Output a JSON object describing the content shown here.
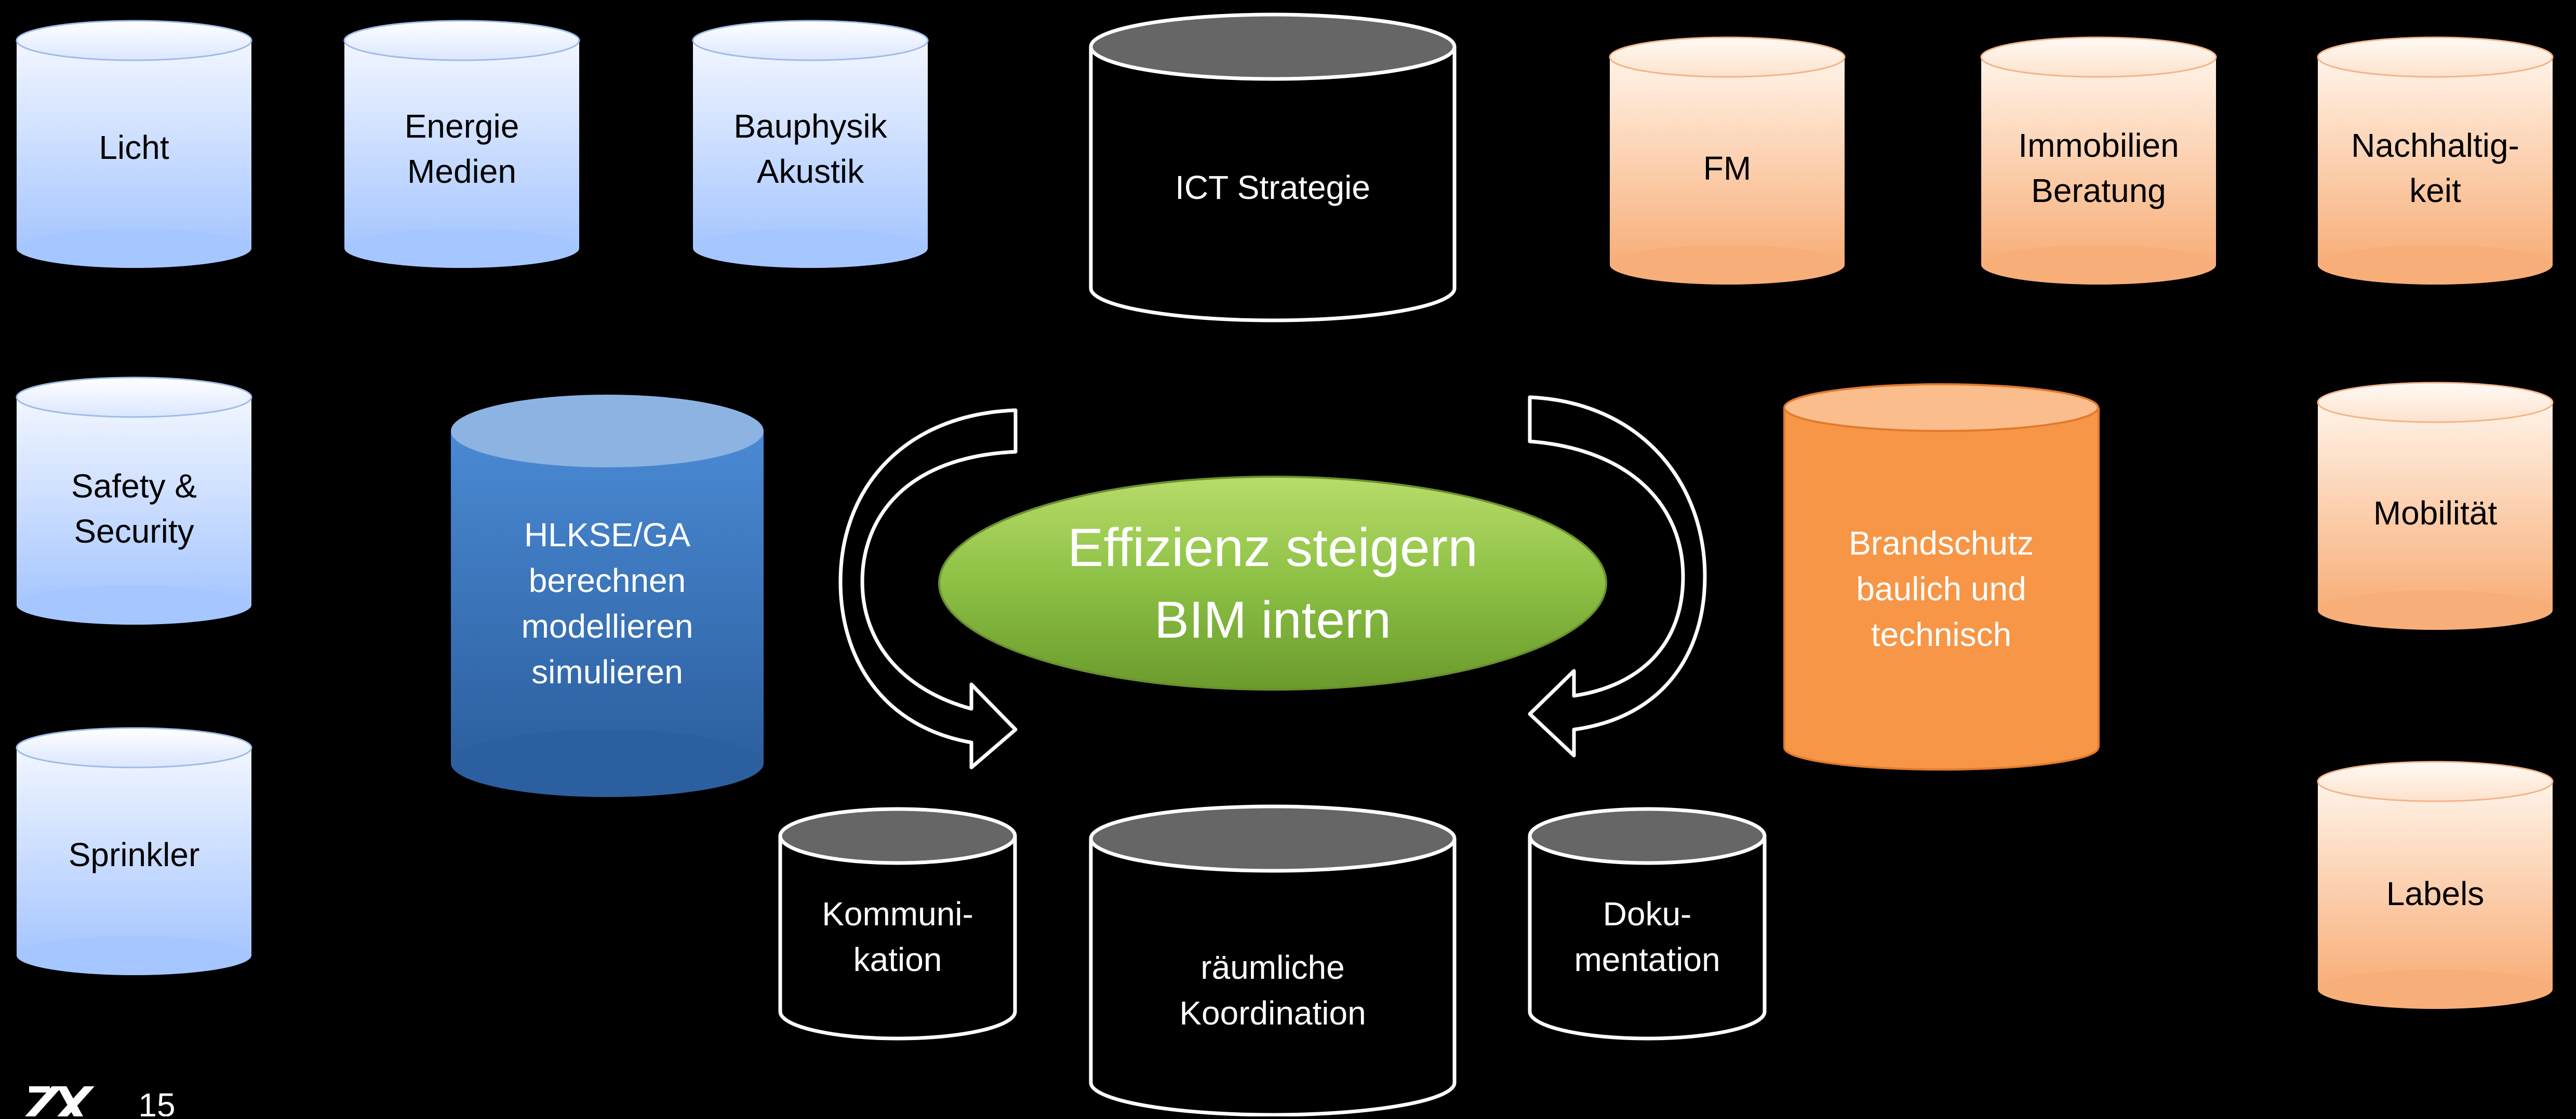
{
  "slide": {
    "page_number": "15",
    "logo_text": ""
  },
  "colors": {
    "background": "#000000",
    "external_blue_top": "#eaf1ff",
    "external_blue_bottom": "#a8c8ff",
    "external_orange_top": "#fff1e5",
    "external_orange_bottom": "#f9b07b",
    "hlkse_blue": "#3f7fc9",
    "brandschutz_orange": "#f79646",
    "bim_green": "#8bbf3f",
    "white": "#ffffff"
  },
  "diagram": {
    "center": {
      "title": "Effizienz  steigern",
      "subtitle": "BIM intern"
    },
    "external_blue": [
      {
        "lines": [
          "Licht"
        ]
      },
      {
        "lines": [
          "Energie",
          "Medien"
        ]
      },
      {
        "lines": [
          "Bauphysik",
          "Akustik"
        ]
      },
      {
        "lines": [
          "Safety &",
          "Security"
        ]
      },
      {
        "lines": [
          "Sprinkler"
        ]
      }
    ],
    "external_orange": [
      {
        "lines": [
          "FM"
        ]
      },
      {
        "lines": [
          "Immobilien",
          "Beratung"
        ]
      },
      {
        "lines": [
          "Nachhaltig-",
          "keit"
        ]
      },
      {
        "lines": [
          "Mobilität"
        ]
      },
      {
        "lines": [
          "Labels"
        ]
      }
    ],
    "core_blue": {
      "lines": [
        "HLKSE/GA",
        "berechnen",
        "modellieren",
        "simulieren"
      ]
    },
    "core_orange": {
      "lines": [
        "Brandschutz",
        "baulich und",
        "technisch"
      ]
    },
    "bim_tasks": [
      {
        "lines": [
          "ICT Strategie"
        ]
      },
      {
        "lines": [
          "Kommuni-",
          "kation"
        ]
      },
      {
        "lines": [
          "räumliche",
          "Koordination"
        ]
      },
      {
        "lines": [
          "Doku-",
          "mentation"
        ]
      }
    ]
  }
}
